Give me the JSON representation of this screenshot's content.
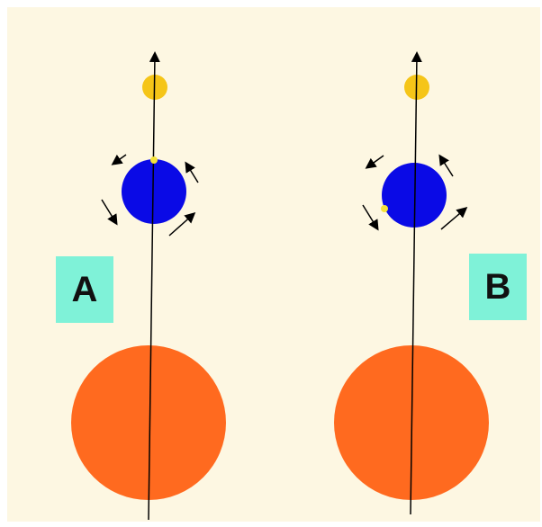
{
  "colors": {
    "background": "#fdf7e2",
    "sun": "#ff6a1f",
    "earth": "#0a0ae6",
    "moon": "#f5c518",
    "marker": "#f5e23a",
    "label_bg": "#7ff2d8",
    "line": "#000000"
  },
  "panels": [
    {
      "id": "A",
      "label": "A"
    },
    {
      "id": "B",
      "label": "B"
    }
  ]
}
